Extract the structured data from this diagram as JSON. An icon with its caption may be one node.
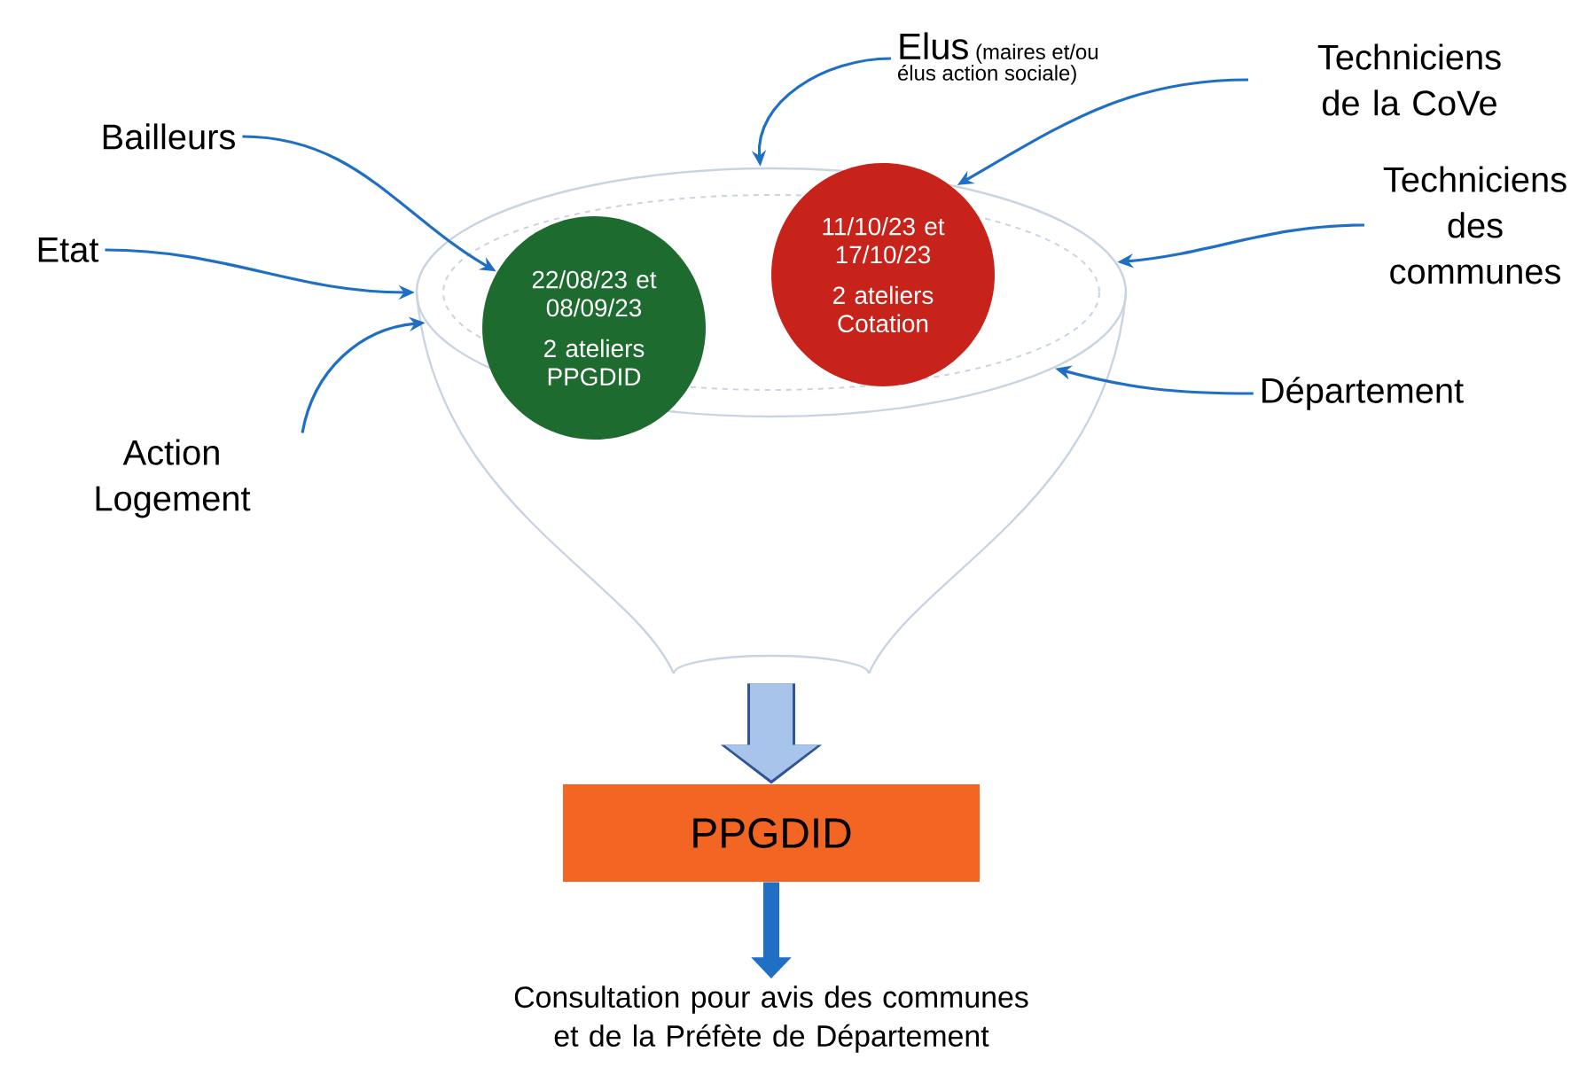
{
  "diagram": {
    "nodes": [
      {
        "text": [
          "Bailleurs"
        ]
      },
      {
        "text": [
          "Etat"
        ]
      },
      {
        "text": [
          "Action Logement"
        ]
      },
      {
        "text": [
          "Elus",
          "(maires et/ou élus action sociale)"
        ]
      },
      {
        "text": [
          "Techniciens de la CoVe"
        ]
      },
      {
        "text": [
          "Techniciens des communes"
        ]
      },
      {
        "text": [
          "Département"
        ]
      },
      {
        "text": [],
        "shape": "funnel"
      },
      {
        "text": [
          "22/08/23 et 08/09/23",
          "2 ateliers PPGDID"
        ],
        "in": 7
      },
      {
        "text": [
          "11/10/23 et 17/10/23",
          "2 ateliers Cotation"
        ],
        "in": 7
      },
      {
        "text": [
          "PPGDID"
        ]
      },
      {
        "text": [
          "Consultation pour avis des communes et de la Préfète de Département"
        ]
      }
    ],
    "edges": [
      {
        "from": 0,
        "to": 8,
        "arrow": "to"
      },
      {
        "from": 1,
        "to": 7,
        "arrow": "to"
      },
      {
        "from": 2,
        "to": 7,
        "arrow": "to"
      },
      {
        "from": 3,
        "to": 7,
        "arrow": "to"
      },
      {
        "from": 4,
        "to": 7,
        "arrow": "to"
      },
      {
        "from": 5,
        "to": 7,
        "arrow": "to"
      },
      {
        "from": 6,
        "to": 7,
        "arrow": "to"
      },
      {
        "from": 7,
        "to": 10,
        "arrow": "to",
        "style": "thick",
        "color": "#2f5597"
      },
      {
        "from": 10,
        "to": 11,
        "arrow": "to",
        "style": "thick"
      }
    ]
  }
}
